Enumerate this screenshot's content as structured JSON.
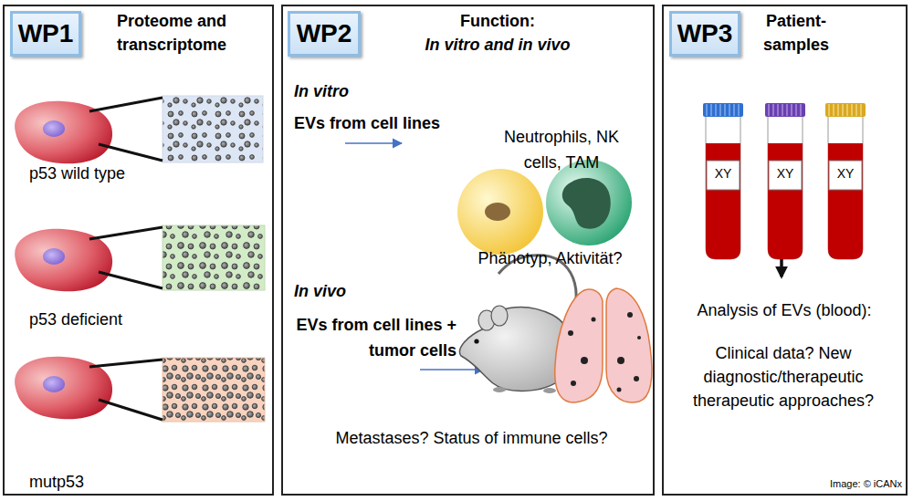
{
  "diagram": {
    "nodes": [
      {
        "text": [
          "Proteome and transcriptome"
        ]
      },
      {
        "text": [
          "WP1"
        ],
        "in": 0
      },
      {
        "text": [
          "p53 wild type"
        ],
        "in": 0
      },
      {
        "text": [
          "p53 deficient"
        ],
        "in": 0
      },
      {
        "text": [
          "mutp53"
        ],
        "in": 0
      },
      {
        "text": [
          "Function:",
          "In vitro and in vivo"
        ]
      },
      {
        "text": [
          "WP2"
        ],
        "in": 5
      },
      {
        "text": [
          "Patient- samples"
        ]
      },
      {
        "text": [
          "WP3"
        ],
        "in": 7
      },
      {
        "text": [
          "XY"
        ],
        "in": 7
      },
      {
        "text": [
          "XY"
        ],
        "in": 7
      },
      {
        "text": [
          "XY"
        ],
        "in": 7
      }
    ],
    "labels": [
      "In vitro",
      "EVs from cell lines",
      "Neutrophils, NK cells, TAM",
      "Phänotyp, Aktivität?",
      "In vivo",
      "EVs from cell lines + tumor cells",
      "Metastases? Status of immune cells?",
      "Analysis of EVs (blood):",
      "Clinical data? New diagnostic/therapeutic therapeutic approaches?",
      "Image: © iCANx"
    ]
  }
}
